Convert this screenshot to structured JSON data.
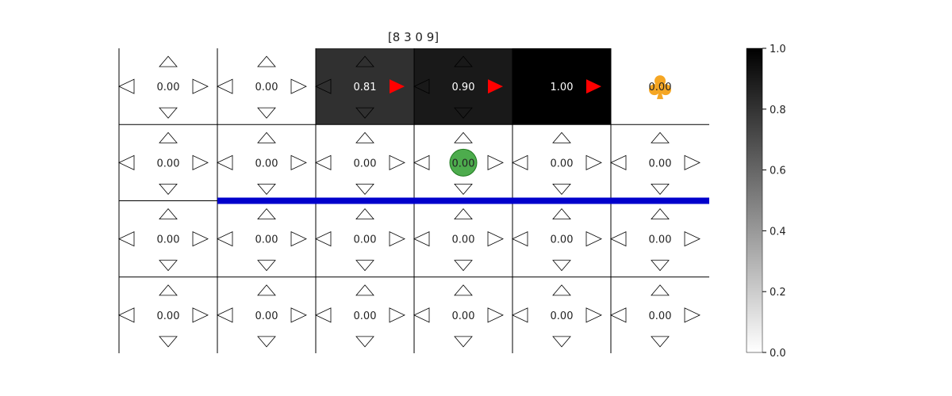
{
  "title": "[8 3 0 9]",
  "colors": {
    "cell_high": "#000000",
    "cell_low": "#ffffff",
    "grid_line": "#000000",
    "wall": "#0000cc",
    "agent": "#2e9e2e",
    "goal": "#f5a623",
    "best_arrow": "#ff0000",
    "arrow_outline": "#000000",
    "text_dark": "#222222",
    "text_light": "#ffffff"
  },
  "chart_data": {
    "type": "heatmap",
    "rows": 4,
    "cols": 6,
    "values": [
      [
        0.0,
        0.0,
        0.81,
        0.9,
        1.0,
        0.0
      ],
      [
        0.0,
        0.0,
        0.0,
        0.0,
        0.0,
        0.0
      ],
      [
        0.0,
        0.0,
        0.0,
        0.0,
        0.0,
        0.0
      ],
      [
        0.0,
        0.0,
        0.0,
        0.0,
        0.0,
        0.0
      ]
    ],
    "value_labels": [
      [
        "0.00",
        "0.00",
        "0.81",
        "0.90",
        "1.00",
        "0.00"
      ],
      [
        "0.00",
        "0.00",
        "0.00",
        "0.00",
        "0.00",
        "0.00"
      ],
      [
        "0.00",
        "0.00",
        "0.00",
        "0.00",
        "0.00",
        "0.00"
      ],
      [
        "0.00",
        "0.00",
        "0.00",
        "0.00",
        "0.00",
        "0.00"
      ]
    ],
    "arrow_directions": [
      "up",
      "down",
      "left",
      "right"
    ],
    "best_action_cells": [
      {
        "row": 0,
        "col": 2,
        "dir": "right"
      },
      {
        "row": 0,
        "col": 3,
        "dir": "right"
      },
      {
        "row": 0,
        "col": 4,
        "dir": "right"
      }
    ],
    "hidden_arrow_cells": [
      {
        "row": 0,
        "col": 4
      },
      {
        "row": 0,
        "col": 5
      }
    ],
    "goal_cell": {
      "row": 0,
      "col": 5,
      "icon": "club-icon"
    },
    "agent_cell": {
      "row": 1,
      "col": 3,
      "icon": "agent-circle"
    },
    "wall": {
      "between_rows": [
        1,
        2
      ],
      "from_col": 1,
      "to_col": 6
    },
    "colorbar": {
      "range": [
        0,
        1
      ],
      "ticks": [
        0.0,
        0.2,
        0.4,
        0.6,
        0.8,
        1.0
      ],
      "tick_labels": [
        "0.0",
        "0.2",
        "0.4",
        "0.6",
        "0.8",
        "1.0"
      ]
    }
  }
}
